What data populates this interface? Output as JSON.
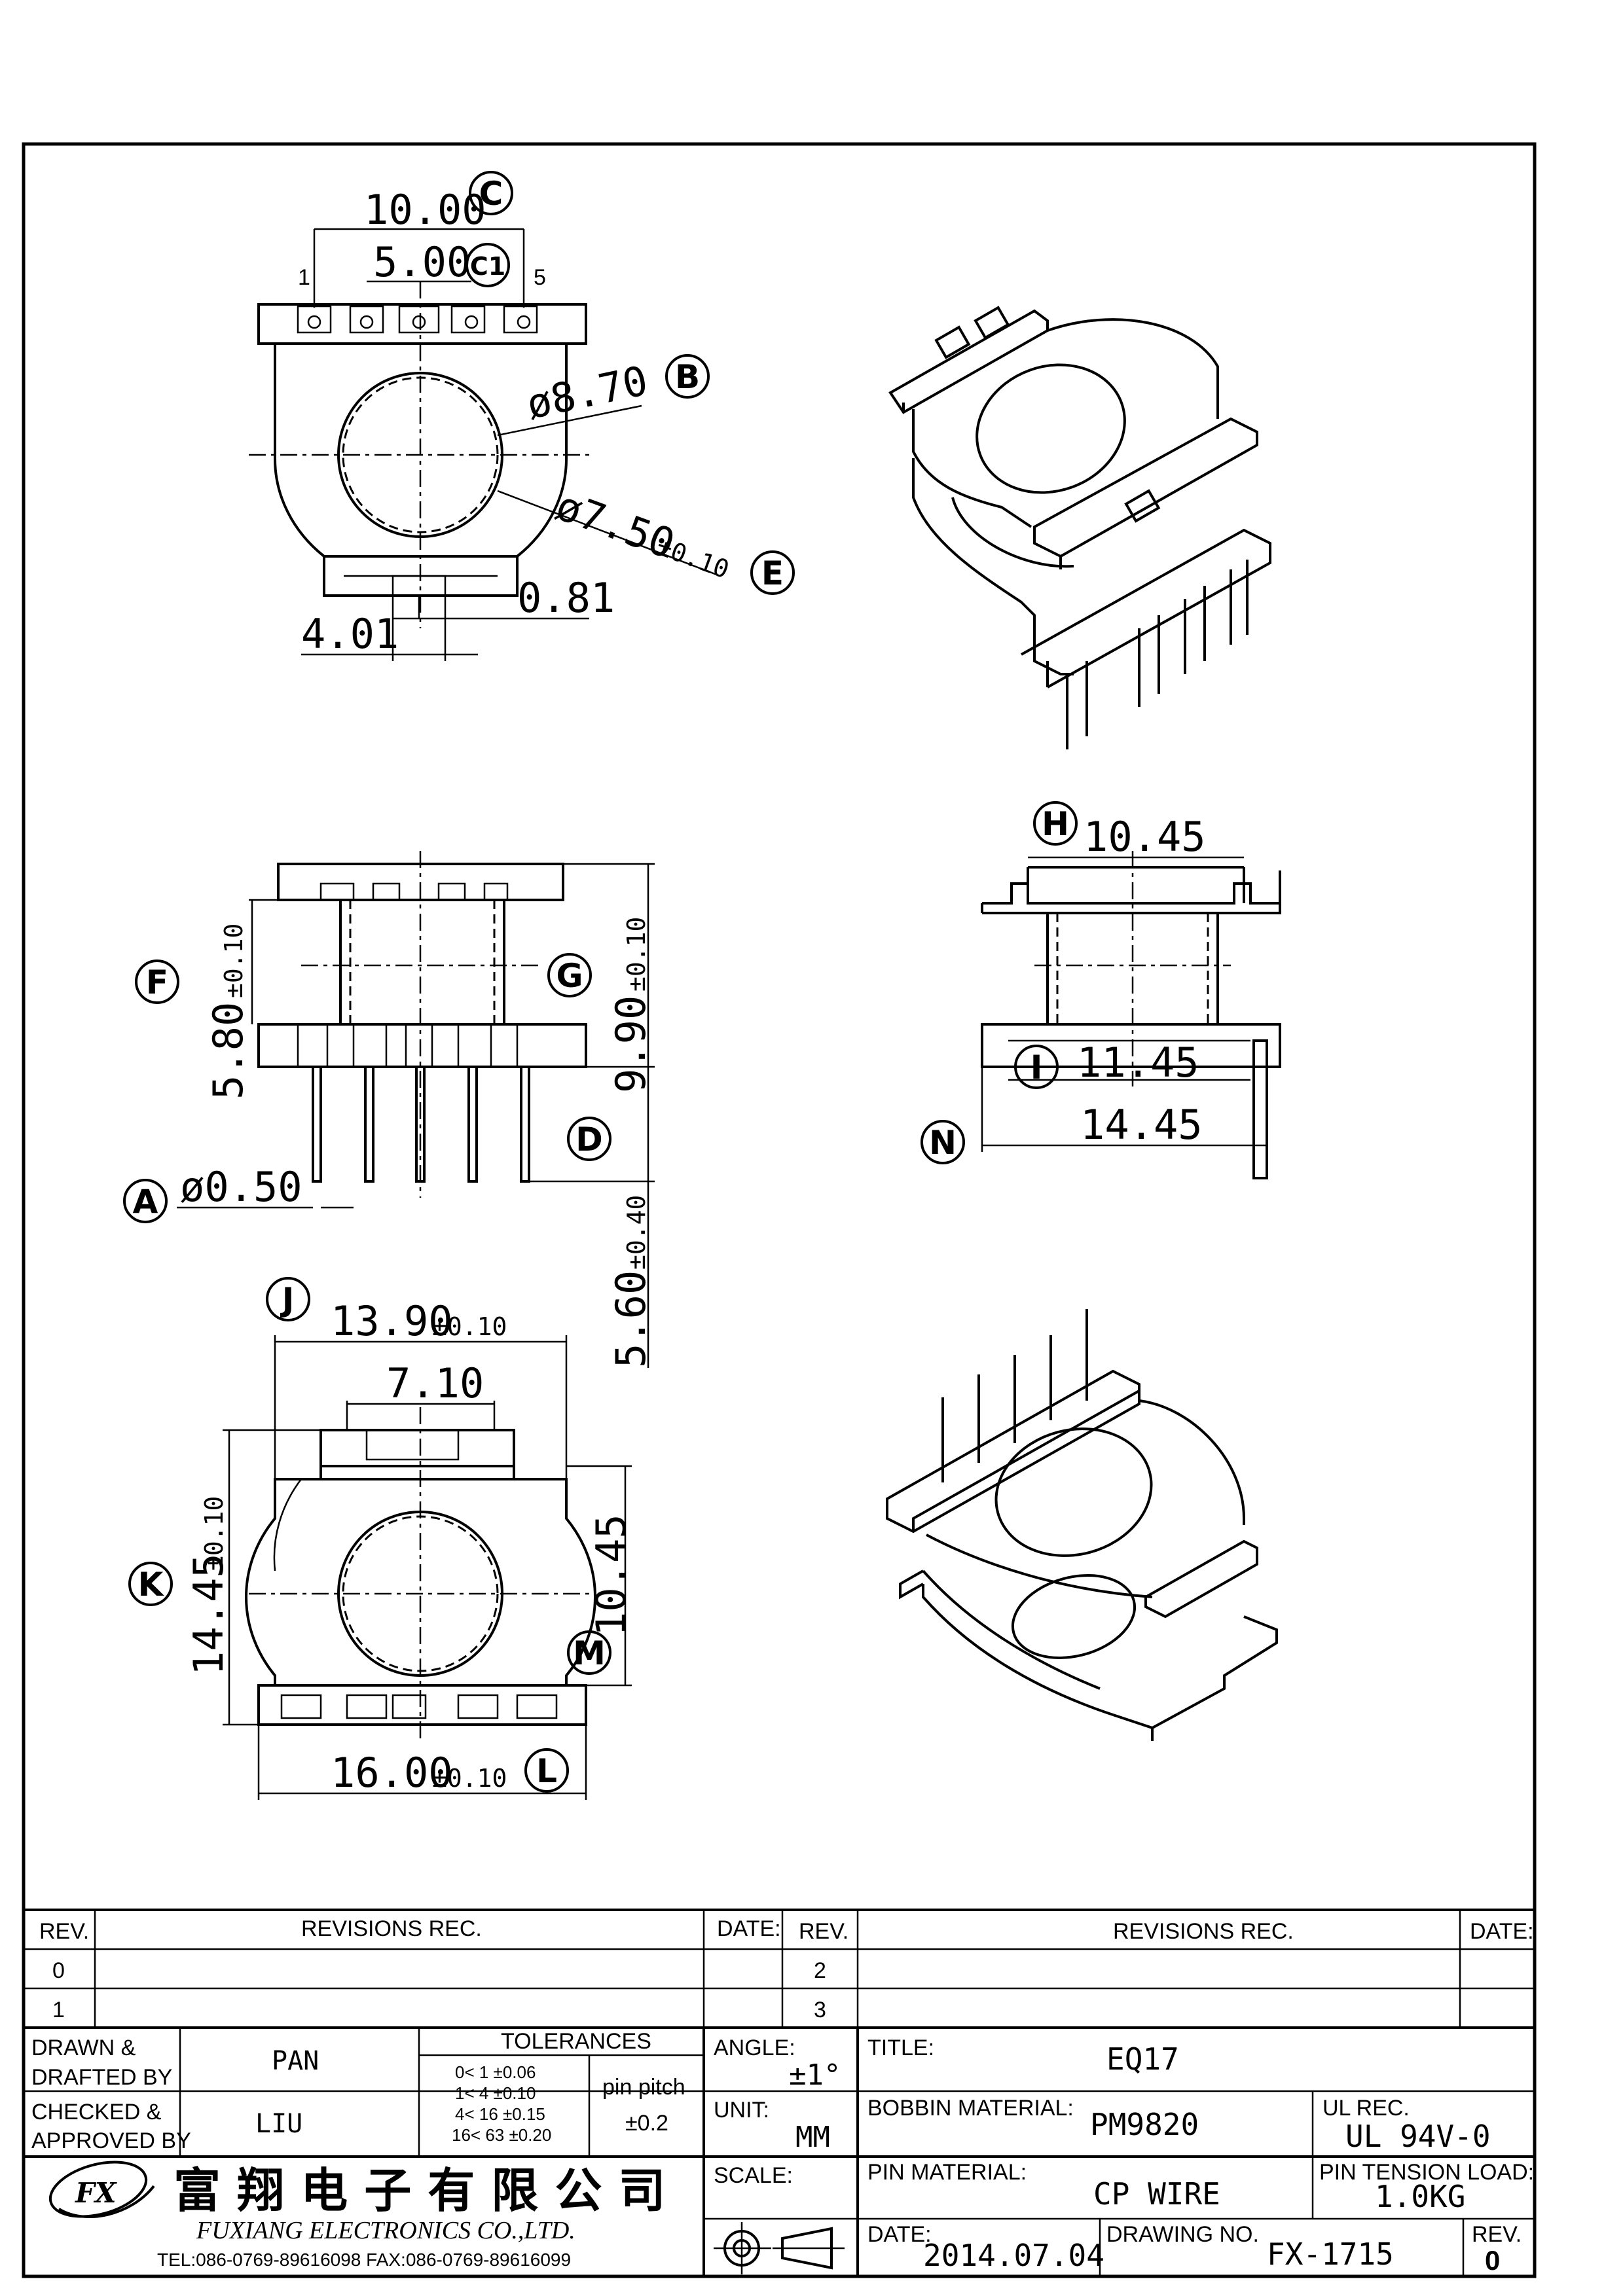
{
  "top_view": {
    "dims": {
      "c": "10.00",
      "c1": "5.00",
      "b": "ø8.70",
      "e": "ø7.50",
      "e_tol": "±0.10",
      "w1": "4.01",
      "w2": "0.81"
    },
    "pins": {
      "first": "1",
      "last": "5"
    },
    "labels": {
      "c": "C",
      "c1": "C1",
      "b": "B",
      "e": "E"
    }
  },
  "side_view": {
    "dims": {
      "f": "5.80",
      "f_tol": "±0.10",
      "g": "9.90",
      "g_tol": "±0.10",
      "d": "5.60",
      "d_tol": "±0.40",
      "a": "ø0.50"
    },
    "labels": {
      "f": "F",
      "g": "G",
      "d": "D",
      "a": "A"
    }
  },
  "end_view": {
    "dims": {
      "h": "10.45",
      "i": "11.45",
      "n": "14.45"
    },
    "labels": {
      "h": "H",
      "i": "I",
      "n": "N"
    }
  },
  "bottom_view": {
    "dims": {
      "j": "13.90",
      "j_tol": "±0.10",
      "w": "7.10",
      "k": "14.45",
      "k_tol": "±0.10",
      "m": "10.45",
      "l": "16.00",
      "l_tol": "±0.10"
    },
    "labels": {
      "j": "J",
      "k": "K",
      "m": "M",
      "l": "L"
    }
  },
  "title_block": {
    "rev_table": {
      "headers": {
        "rev": "REV.",
        "revisions": "REVISIONS   REC.",
        "date": "DATE:"
      },
      "rows_left": [
        "0",
        "1"
      ],
      "rows_right": [
        "2",
        "3"
      ]
    },
    "drawn_label_1": "DRAWN &",
    "drawn_label_2": "DRAFTED BY",
    "drawn_by": "PAN",
    "checked_label_1": "CHECKED &",
    "checked_label_2": "APPROVED BY",
    "checked_by": "LIU",
    "tolerances_label": "TOLERANCES",
    "tolerances": [
      "0<  1   ±0.06",
      "1<  4   ±0.10",
      "4<  16  ±0.15",
      "16<  63  ±0.20"
    ],
    "pin_pitch_label": "pin pitch",
    "pin_pitch": "±0.2",
    "angle_label": "ANGLE:",
    "angle": "±1°",
    "unit_label": "UNIT:",
    "unit": "MM",
    "scale_label": "SCALE:",
    "title_label": "TITLE:",
    "title": "EQ17",
    "bobbin_label": "BOBBIN MATERIAL:",
    "bobbin": "PM9820",
    "ul_label": "UL REC.",
    "ul": "UL 94V-0",
    "pin_label": "PIN MATERIAL:",
    "pin_material": "CP WIRE",
    "tension_label": "PIN TENSION LOAD:",
    "tension": "1.0KG",
    "date_label": "DATE:",
    "date": "2014.07.04",
    "drawing_label": "DRAWING NO.",
    "drawing_no": "FX-1715",
    "rev_label": "REV.",
    "rev": "0",
    "company_cn": "富 翔 电 子 有 限 公 司",
    "company_en": "FUXIANG  ELECTRONICS CO.,LTD.",
    "contact": "TEL:086-0769-89616098  FAX:086-0769-89616099",
    "logo_text": "FX"
  }
}
